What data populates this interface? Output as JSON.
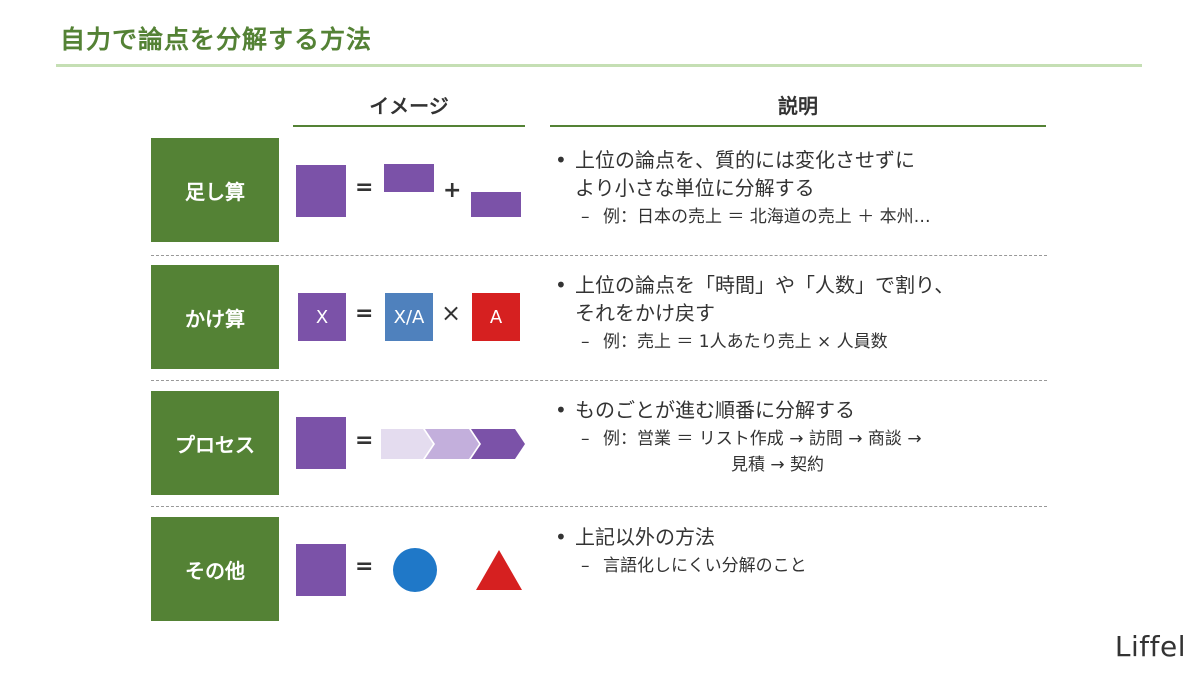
{
  "title": "自力で論点を分解する方法",
  "columns": {
    "image": "イメージ",
    "explanation": "説明"
  },
  "rows": [
    {
      "label": "足し算",
      "operators": [
        "=",
        "+"
      ],
      "bullet": [
        "上位の論点を、質的には変化させずに",
        "より小さな単位に分解する"
      ],
      "sub": [
        "例：日本の売上 ＝ 北海道の売上 ＋ 本州…"
      ]
    },
    {
      "label": "かけ算",
      "operators": [
        "=",
        "×"
      ],
      "boxes": [
        "X",
        "X/A",
        "A"
      ],
      "bullet": [
        "上位の論点を「時間」や「人数」で割り、",
        "それをかけ戻す"
      ],
      "sub": [
        "例：売上 ＝ 1人あたり売上 × 人員数"
      ]
    },
    {
      "label": "プロセス",
      "operators": [
        "="
      ],
      "bullet": [
        "ものごとが進む順番に分解する"
      ],
      "sub": [
        "例：営業 ＝ リスト作成 → 訪問 → 商談 →",
        "見積 → 契約"
      ]
    },
    {
      "label": "その他",
      "operators": [
        "="
      ],
      "bullet": [
        "上記以外の方法"
      ],
      "sub": [
        "言語化しにくい分解のこと"
      ]
    }
  ],
  "logo": "Liffel",
  "colors": {
    "green": "#548235",
    "purple": "#7b52a8",
    "blue": "#4f81bd",
    "red": "#d62020",
    "circle_blue": "#1f78c8",
    "chevron_light": "#e4dcef",
    "chevron_mid": "#c3afdc",
    "chevron_dark": "#7b52a8"
  }
}
